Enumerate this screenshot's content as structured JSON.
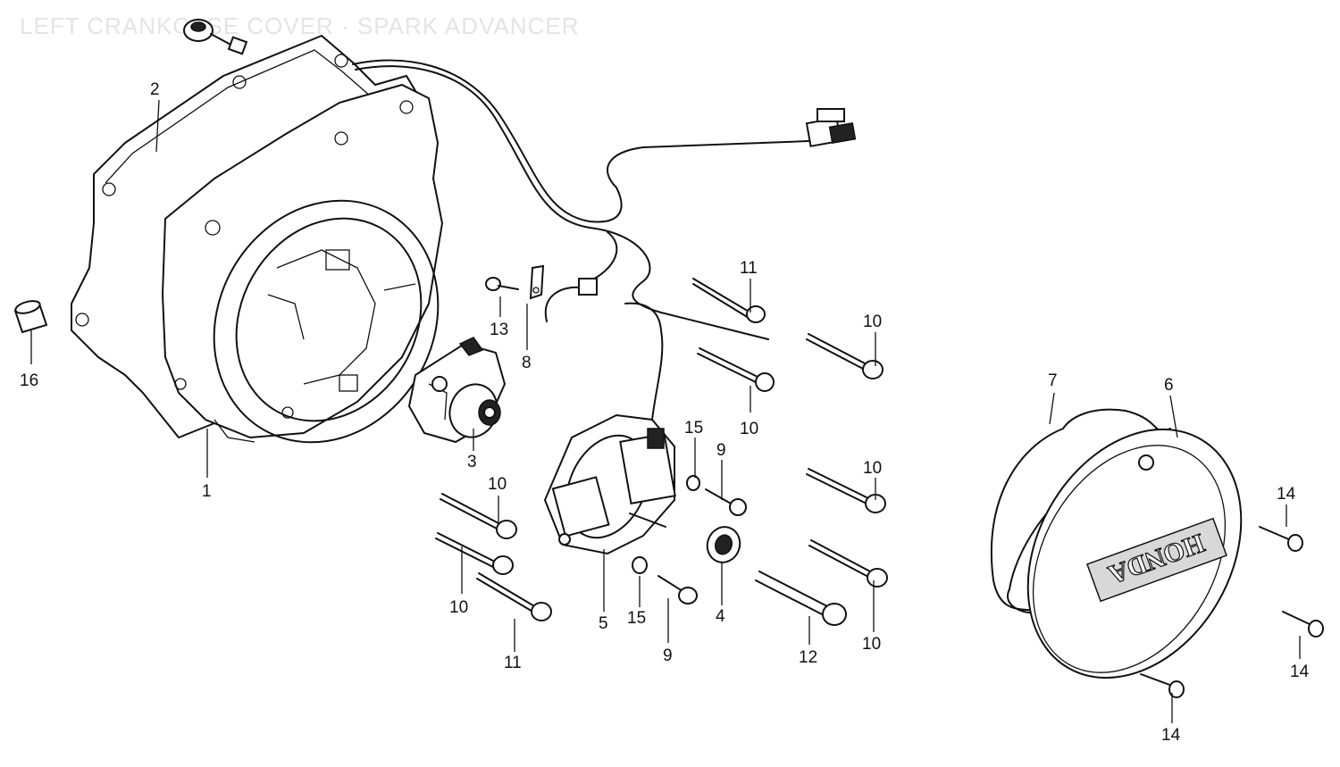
{
  "title": "LEFT CRANKCASE COVER · SPARK ADVANCER",
  "logo_text": "HONDA",
  "callouts": {
    "c1": "1",
    "c2": "2",
    "c3": "3",
    "c4": "4",
    "c5": "5",
    "c6": "6",
    "c7": "7",
    "c8": "8",
    "c9a": "9",
    "c9b": "9",
    "c10a": "10",
    "c10b": "10",
    "c10c": "10",
    "c10d": "10",
    "c10e": "10",
    "c10f": "10",
    "c11a": "11",
    "c11b": "11",
    "c12": "12",
    "c13": "13",
    "c14a": "14",
    "c14b": "14",
    "c14c": "14",
    "c15a": "15",
    "c15b": "15",
    "c16": "16"
  }
}
